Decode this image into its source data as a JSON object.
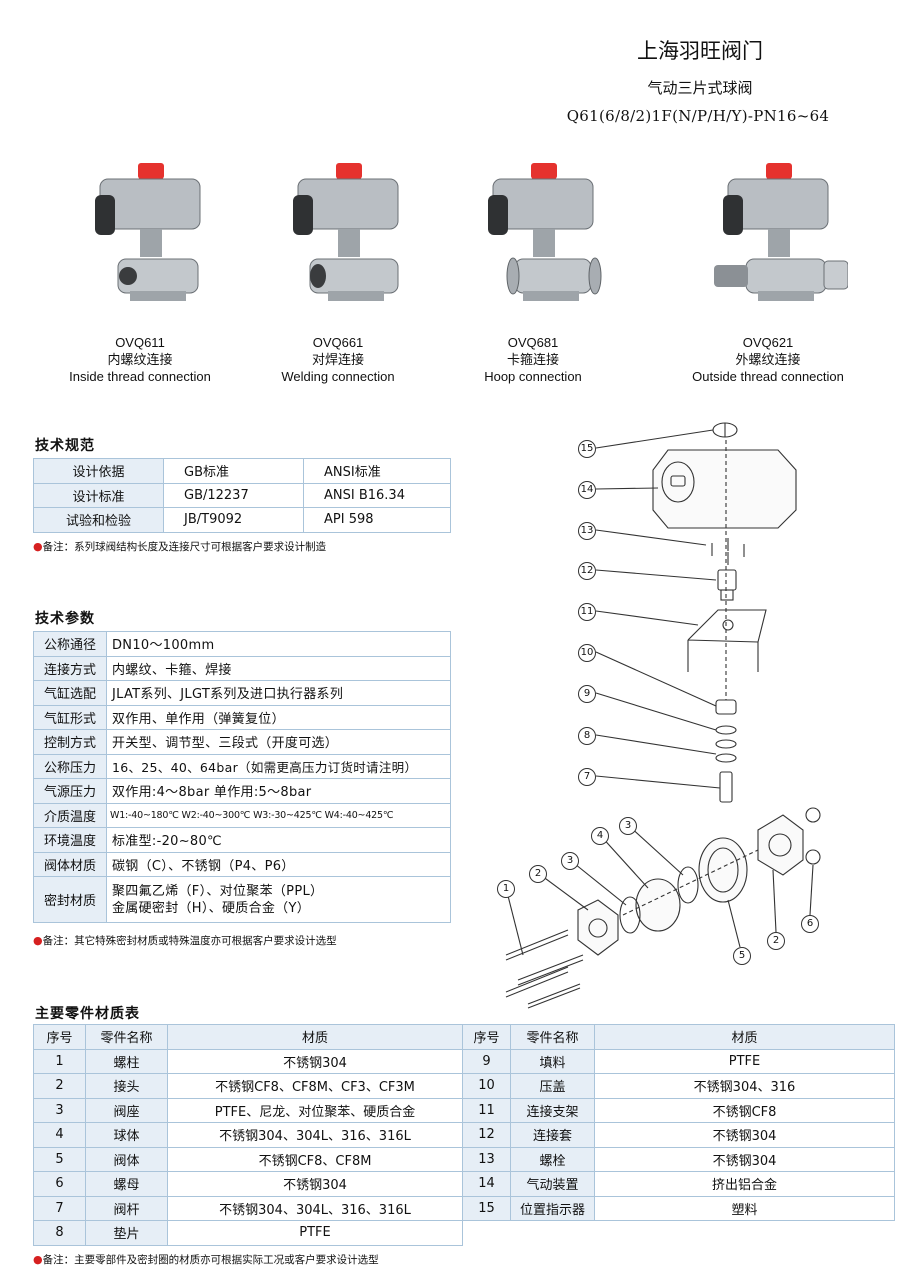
{
  "header": {
    "company": "上海羽旺阀门",
    "product": "气动三片式球阀",
    "model": "Q61(6/8/2)1F(N/P/H/Y)-PN16~64"
  },
  "products": [
    {
      "code": "OVQ611",
      "cn": "内螺纹连接",
      "en": "Inside thread connection"
    },
    {
      "code": "OVQ661",
      "cn": "对焊连接",
      "en": "Welding connection"
    },
    {
      "code": "OVQ681",
      "cn": "卡箍连接",
      "en": "Hoop connection"
    },
    {
      "code": "OVQ621",
      "cn": "外螺纹连接",
      "en": "Outside thread connection"
    }
  ],
  "spec": {
    "title": "技术规范",
    "rows": [
      [
        "设计依据",
        "GB标准",
        "ANSI标准"
      ],
      [
        "设计标准",
        "GB/12237",
        "ANSI B16.34"
      ],
      [
        "试验和检验",
        "JB/T9092",
        "API 598"
      ]
    ],
    "note": "备注：系列球阀结构长度及连接尺寸可根据客户要求设计制造"
  },
  "params": {
    "title": "技术参数",
    "rows": [
      {
        "k": "公称通径",
        "v": [
          "DN10～100mm"
        ]
      },
      {
        "k": "连接方式",
        "v": [
          "内螺纹、卡箍、焊接"
        ]
      },
      {
        "k": "气缸选配",
        "v": [
          "JLAT系列、JLGT系列及进口执行器系列"
        ]
      },
      {
        "k": "气缸形式",
        "v": [
          "双作用、单作用（弹簧复位）"
        ]
      },
      {
        "k": "控制方式",
        "v": [
          "开关型、调节型、三段式（开度可选）"
        ]
      },
      {
        "k": "公称压力",
        "v": [
          "16、25、40、64bar（如需更高压力订货时请注明）"
        ]
      },
      {
        "k": "气源压力",
        "v": [
          "双作用:4～8bar  单作用:5～8bar"
        ]
      },
      {
        "k": "介质温度",
        "v": [
          "W1:-40~180℃  W2:-40~300℃  W3:-30~425℃  W4:-40~425℃"
        ]
      },
      {
        "k": "环境温度",
        "v": [
          "标准型:-20~80℃"
        ]
      },
      {
        "k": "阀体材质",
        "v": [
          "碳钢（C）、不锈钢（P4、P6）"
        ]
      },
      {
        "k": "密封材质",
        "v": [
          "聚四氟乙烯（F）、对位聚苯（PPL）",
          "金属硬密封（H）、硬质合金（Y）"
        ]
      }
    ],
    "note": "备注：其它特殊密封材质或特殊温度亦可根据客户要求设计选型"
  },
  "parts": {
    "title": "主要零件材质表",
    "headers": [
      "序号",
      "零件名称",
      "材质",
      "序号",
      "零件名称",
      "材质"
    ],
    "left": [
      [
        "1",
        "螺柱",
        "不锈钢304"
      ],
      [
        "2",
        "接头",
        "不锈钢CF8、CF8M、CF3、CF3M"
      ],
      [
        "3",
        "阀座",
        "PTFE、尼龙、对位聚苯、硬质合金"
      ],
      [
        "4",
        "球体",
        "不锈钢304、304L、316、316L"
      ],
      [
        "5",
        "阀体",
        "不锈钢CF8、CF8M"
      ],
      [
        "6",
        "螺母",
        "不锈钢304"
      ],
      [
        "7",
        "阀杆",
        "不锈钢304、304L、316、316L"
      ],
      [
        "8",
        "垫片",
        "PTFE"
      ]
    ],
    "right": [
      [
        "9",
        "填料",
        "PTFE"
      ],
      [
        "10",
        "压盖",
        "不锈钢304、316"
      ],
      [
        "11",
        "连接支架",
        "不锈钢CF8"
      ],
      [
        "12",
        "连接套",
        "不锈钢304"
      ],
      [
        "13",
        "螺栓",
        "不锈钢304"
      ],
      [
        "14",
        "气动装置",
        "挤出铝合金"
      ],
      [
        "15",
        "位置指示器",
        "塑料"
      ]
    ],
    "note": "备注：主要零部件及密封圈的材质亦可根据实际工况或客户要求设计选型"
  },
  "diagram_labels": [
    "15",
    "14",
    "13",
    "12",
    "11",
    "10",
    "9",
    "8",
    "7",
    "4",
    "3",
    "3",
    "2",
    "1",
    "5",
    "2",
    "6"
  ]
}
